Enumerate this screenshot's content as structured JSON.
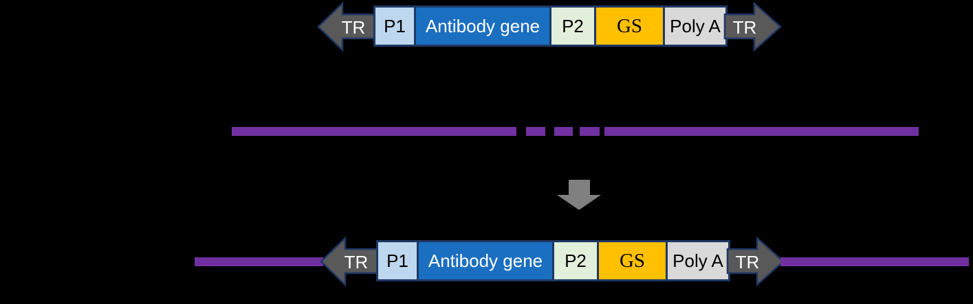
{
  "diagram": {
    "title": "transposon-antibody-gene-integration-diagram",
    "background_color": "#000000",
    "construct": {
      "tr_left_label": "TR",
      "tr_right_label": "TR",
      "tr_arrow_fill": "#595959",
      "tr_label_color": "#FFFFFF",
      "outline_color": "#1F3864",
      "segments": [
        {
          "label": "P1",
          "color": "#BDD7EE",
          "text_color": "#000000"
        },
        {
          "label": "Antibody gene",
          "color": "#1B6FC0",
          "text_color": "#FFFFFF"
        },
        {
          "label": "P2",
          "color": "#E2EFDA",
          "text_color": "#000000"
        },
        {
          "label": "GS",
          "color": "#FFC000",
          "text_color": "#000000"
        },
        {
          "label": "Poly A",
          "color": "#D9D9D9",
          "text_color": "#000000"
        }
      ]
    },
    "genome_line": {
      "color": "#7030A0",
      "style_middle": "solid with three dashes at center",
      "style_bottom": "solid, interrupted by integrated construct"
    },
    "integration_arrow": {
      "color": "#808080",
      "direction": "down"
    }
  }
}
